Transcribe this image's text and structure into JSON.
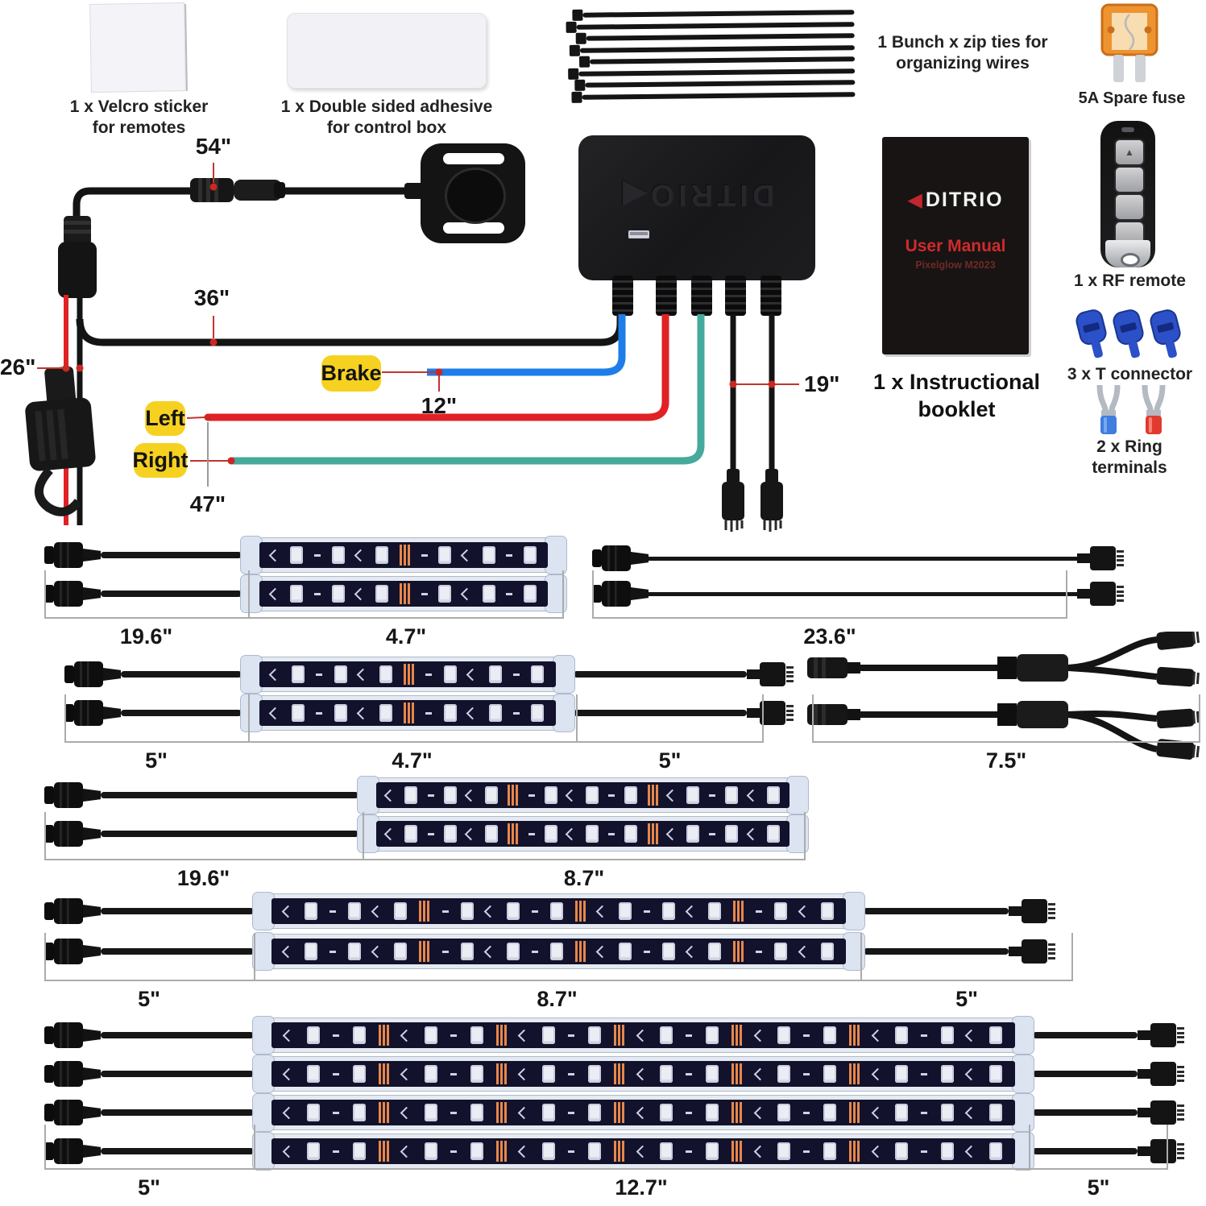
{
  "package_items": {
    "velcro": {
      "line1": "1 x Velcro sticker",
      "line2": "for remotes"
    },
    "adhesive": {
      "line1": "1 x Double sided adhesive",
      "line2": "for control box"
    },
    "zip_ties": {
      "line1": "1 Bunch x zip ties for",
      "line2": "organizing wires"
    },
    "spare_fuse": {
      "caption": "5A Spare fuse"
    },
    "rf_remote": {
      "caption": "1 x RF remote"
    },
    "t_connectors": {
      "caption": "3 x T connector"
    },
    "ring_terminals": {
      "caption": "2 x Ring terminals"
    },
    "booklet": {
      "line1": "1 x Instructional",
      "line2": "booklet"
    }
  },
  "manual_cover": {
    "brand": "DITRIO",
    "brand_glyph": "◀",
    "title": "User Manual",
    "subtitle": "Pixelglow M2023"
  },
  "control_box": {
    "embossed_brand": "DITRIO◀"
  },
  "remote": {
    "button1_glyph": "▲"
  },
  "wiring": {
    "badge_brake": "Brake",
    "badge_left": "Left",
    "badge_right": "Right",
    "m_switch_lead": "54\"",
    "m_main_harness": "36\"",
    "m_power_lead": "26\"",
    "m_brake_wire": "12\"",
    "m_turn_wires": "47\"",
    "m_output_leads": "19\""
  },
  "strip_measurements": {
    "row1_left": [
      "19.6\"",
      "4.7\""
    ],
    "row1_right": [
      "23.6\""
    ],
    "row2_left": [
      "5\"",
      "4.7\"",
      "5\""
    ],
    "row2_right": [
      "7.5\""
    ],
    "row3": [
      "19.6\"",
      "8.7\""
    ],
    "row4": [
      "5\"",
      "8.7\"",
      "5\""
    ],
    "row5": [
      "5\"",
      "12.7\"",
      "5\""
    ]
  },
  "colors": {
    "accent_red": "#cc2722",
    "wire_blue": "#1e7de8",
    "wire_red": "#e02125",
    "wire_teal": "#45a99c",
    "badge_yellow": "#f6d120",
    "fuse_orange": "#ed9330",
    "pcb_navy": "#12122c",
    "pad_orange": "#e8874a",
    "t_connector_blue": "#2b50c8",
    "terminal_blue": "#3f7de0",
    "terminal_red": "#e23a2e"
  }
}
